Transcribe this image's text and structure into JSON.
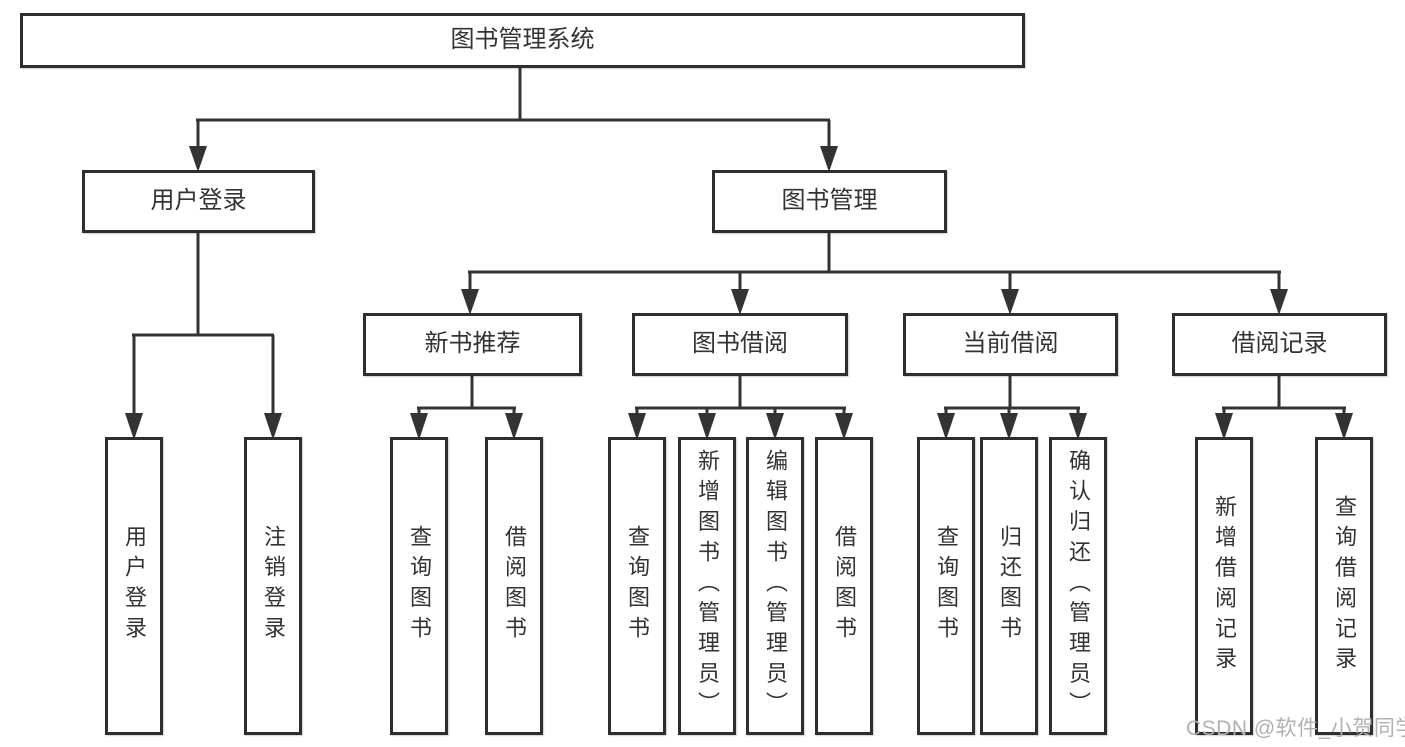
{
  "tree": {
    "label": "图书管理系统",
    "children": [
      {
        "label": "用户登录",
        "children": [
          {
            "label": "用户登录"
          },
          {
            "label": "注销登录"
          }
        ]
      },
      {
        "label": "图书管理",
        "children": [
          {
            "label": "新书推荐",
            "children": [
              {
                "label": "查询图书"
              },
              {
                "label": "借阅图书"
              }
            ]
          },
          {
            "label": "图书借阅",
            "children": [
              {
                "label": "查询图书"
              },
              {
                "label": "新增图书（管理员）"
              },
              {
                "label": "编辑图书（管理员）"
              },
              {
                "label": "借阅图书"
              }
            ]
          },
          {
            "label": "当前借阅",
            "children": [
              {
                "label": "查询图书"
              },
              {
                "label": "归还图书"
              },
              {
                "label": "确认归还（管理员）"
              }
            ]
          },
          {
            "label": "借阅记录",
            "children": [
              {
                "label": "新增借阅记录"
              },
              {
                "label": "查询借阅记录"
              }
            ]
          }
        ]
      }
    ]
  },
  "watermark": "CSDN @软件_小贺同学",
  "colors": {
    "line": "#333333",
    "border": "#2e2e2e",
    "text": "#333333",
    "watermark": "#b1b1b1",
    "background": "#ffffff",
    "box_fill": "#ffffff"
  }
}
